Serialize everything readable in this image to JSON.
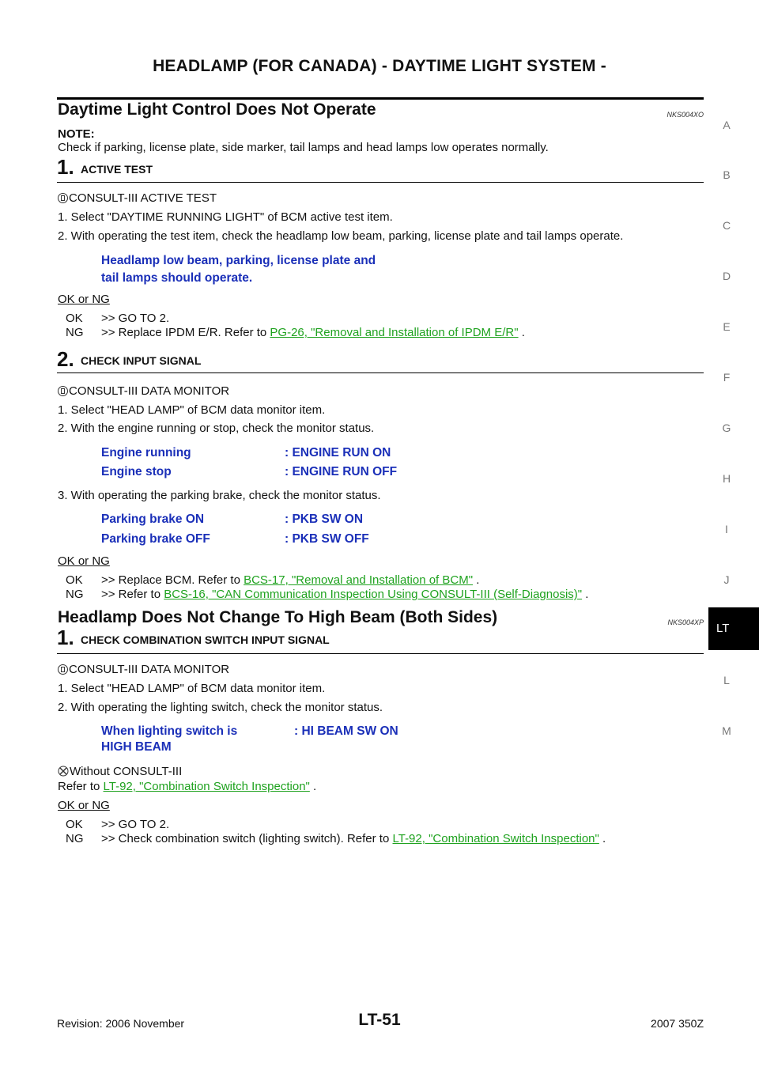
{
  "header": {
    "title": "HEADLAMP (FOR CANADA) - DAYTIME LIGHT SYSTEM -"
  },
  "side_index": {
    "letters": [
      "A",
      "B",
      "C",
      "D",
      "E",
      "F",
      "G",
      "H",
      "I",
      "J",
      "L",
      "M"
    ],
    "active_tab": "LT"
  },
  "section1": {
    "title": "Daytime Light Control Does Not Operate",
    "code": "NKS004XO",
    "note_label": "NOTE:",
    "note_text": "Check if parking, license plate, side marker, tail lamps and head lamps low operates normally.",
    "step1": {
      "num": "1.",
      "title": "ACTIVE TEST",
      "mode": "CONSULT-III ACTIVE TEST",
      "items": [
        "1.   Select \"DAYTIME RUNNING LIGHT\" of BCM active test item.",
        "2.   With operating the test item, check the headlamp low beam, parking, license plate and tail lamps operate."
      ],
      "spec_lines": [
        "Headlamp low beam, parking, license plate and",
        "tail lamps should operate."
      ],
      "ok_ng": "OK or NG",
      "ok_label": "OK",
      "ok_text": ">> GO TO 2.",
      "ng_label": "NG",
      "ng_prefix": ">> Replace IPDM E/R. Refer to ",
      "ng_link": "PG-26, \"Removal and Installation of IPDM E/R\"",
      "ng_suffix": " ."
    },
    "step2": {
      "num": "2.",
      "title": "CHECK INPUT SIGNAL",
      "mode": "CONSULT-III DATA MONITOR",
      "items": [
        "1.   Select \"HEAD LAMP\" of BCM data monitor item.",
        "2.   With the engine running or stop, check the monitor status."
      ],
      "spec_a": [
        {
          "cond": "Engine running",
          "value": ": ENGINE RUN ON"
        },
        {
          "cond": "Engine stop",
          "value": ": ENGINE RUN OFF"
        }
      ],
      "item3": "3.   With operating the parking brake, check the monitor status.",
      "spec_b": [
        {
          "cond": "Parking brake ON",
          "value": ": PKB SW ON"
        },
        {
          "cond": "Parking brake OFF",
          "value": ": PKB SW OFF"
        }
      ],
      "ok_ng": "OK or NG",
      "ok_label": "OK",
      "ok_prefix": ">> Replace BCM. Refer to ",
      "ok_link": "BCS-17, \"Removal and Installation of BCM\"",
      "ok_suffix": " .",
      "ng_label": "NG",
      "ng_prefix": ">> Refer to ",
      "ng_link": "BCS-16, \"CAN Communication Inspection Using CONSULT-III (Self-Diagnosis)\"",
      "ng_suffix": " ."
    }
  },
  "section2": {
    "title": "Headlamp Does Not Change To High Beam (Both Sides)",
    "code": "NKS004XP",
    "step1": {
      "num": "1.",
      "title": "CHECK COMBINATION SWITCH INPUT SIGNAL",
      "mode": "CONSULT-III DATA MONITOR",
      "items": [
        "1.   Select \"HEAD LAMP\" of BCM data monitor item.",
        "2.   With operating the lighting switch, check the monitor status."
      ],
      "spec_cond_lines": [
        "When lighting switch is",
        "HIGH BEAM"
      ],
      "spec_value": ": HI BEAM SW ON",
      "without_mode": "Without CONSULT-III",
      "refer_prefix": "Refer to ",
      "refer_link": "LT-92, \"Combination Switch Inspection\"",
      "refer_suffix": " .",
      "ok_ng": "OK or NG",
      "ok_label": "OK",
      "ok_text": ">> GO TO 2.",
      "ng_label": "NG",
      "ng_prefix": ">> Check combination switch (lighting switch). Refer to ",
      "ng_link": "LT-92, \"Combination Switch Inspection\"",
      "ng_suffix": " ."
    }
  },
  "footer": {
    "revision": "Revision: 2006 November",
    "page": "LT-51",
    "model": "2007 350Z"
  }
}
